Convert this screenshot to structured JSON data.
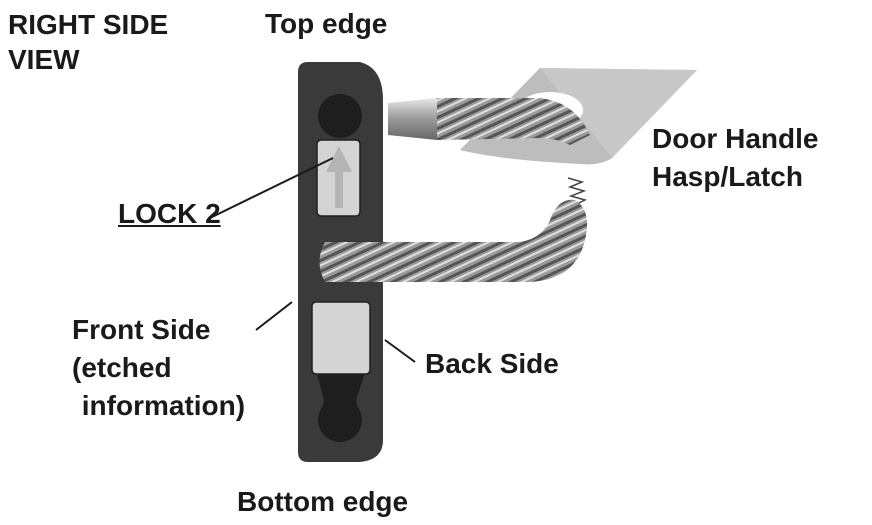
{
  "title": [
    "RIGHT SIDE",
    "VIEW"
  ],
  "labels": {
    "top_edge": "Top edge",
    "bottom_edge": "Bottom edge",
    "lock": "LOCK 2",
    "door_handle": [
      "Door Handle",
      "Hasp/Latch"
    ],
    "front_side": [
      "Front Side",
      "(etched",
      " information)"
    ],
    "back_side": "Back Side"
  },
  "colors": {
    "body": "#3a3a3a",
    "dark": "#1e1e1e",
    "window": "#d4d4d4",
    "plate": "#bdbdbd",
    "cable": "#8a8a8a"
  }
}
